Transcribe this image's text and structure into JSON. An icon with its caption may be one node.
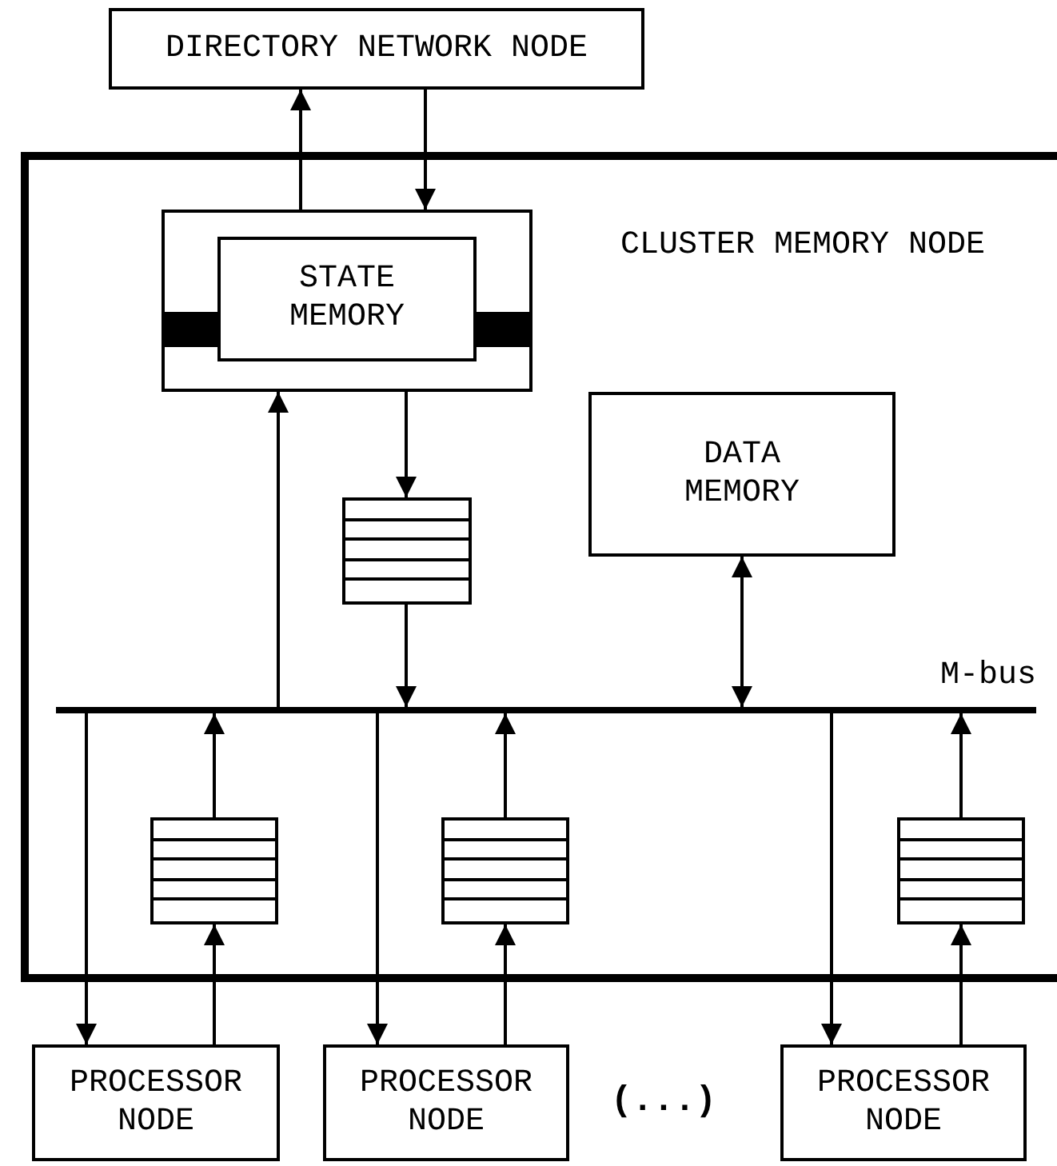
{
  "diagram": {
    "nodes": [
      {
        "text": [
          "DIRECTORY NETWORK NODE"
        ]
      },
      {
        "text": [
          "CLUSTER MEMORY NODE"
        ]
      },
      {
        "text": [],
        "shape": "box",
        "in": 1
      },
      {
        "text": [
          "STATE MEMORY"
        ],
        "in": 2
      },
      {
        "text": [],
        "shape": "queue",
        "in": 1
      },
      {
        "text": [
          "DATA MEMORY"
        ],
        "in": 1
      },
      {
        "text": [],
        "shape": "bar",
        "in": 1,
        "beside": [
          "M-bus"
        ]
      },
      {
        "text": [],
        "shape": "queue",
        "in": 1
      },
      {
        "text": [],
        "shape": "queue",
        "in": 1
      },
      {
        "text": [],
        "shape": "queue",
        "in": 1
      },
      {
        "text": [
          "PROCESSOR NODE"
        ]
      },
      {
        "text": [
          "PROCESSOR NODE"
        ]
      },
      {
        "text": [
          "PROCESSOR NODE"
        ]
      }
    ],
    "edges": [
      {
        "from": 2,
        "to": 0,
        "arrow": "to"
      },
      {
        "from": 0,
        "to": 2,
        "arrow": "to"
      },
      {
        "from": 6,
        "to": 2,
        "arrow": "to"
      },
      {
        "from": 2,
        "to": 4,
        "arrow": "to"
      },
      {
        "from": 4,
        "to": 6,
        "arrow": "to"
      },
      {
        "from": 5,
        "to": 6,
        "arrow": "both"
      },
      {
        "from": 6,
        "to": 10,
        "arrow": "to"
      },
      {
        "from": 10,
        "to": 7,
        "arrow": "to"
      },
      {
        "from": 7,
        "to": 6,
        "arrow": "to"
      },
      {
        "from": 6,
        "to": 11,
        "arrow": "to"
      },
      {
        "from": 11,
        "to": 8,
        "arrow": "to"
      },
      {
        "from": 8,
        "to": 6,
        "arrow": "to"
      },
      {
        "from": 6,
        "to": 12,
        "arrow": "to"
      },
      {
        "from": 12,
        "to": 9,
        "arrow": "to"
      },
      {
        "from": 9,
        "to": 6,
        "arrow": "to"
      }
    ],
    "labels": [
      "(...)"
    ]
  }
}
